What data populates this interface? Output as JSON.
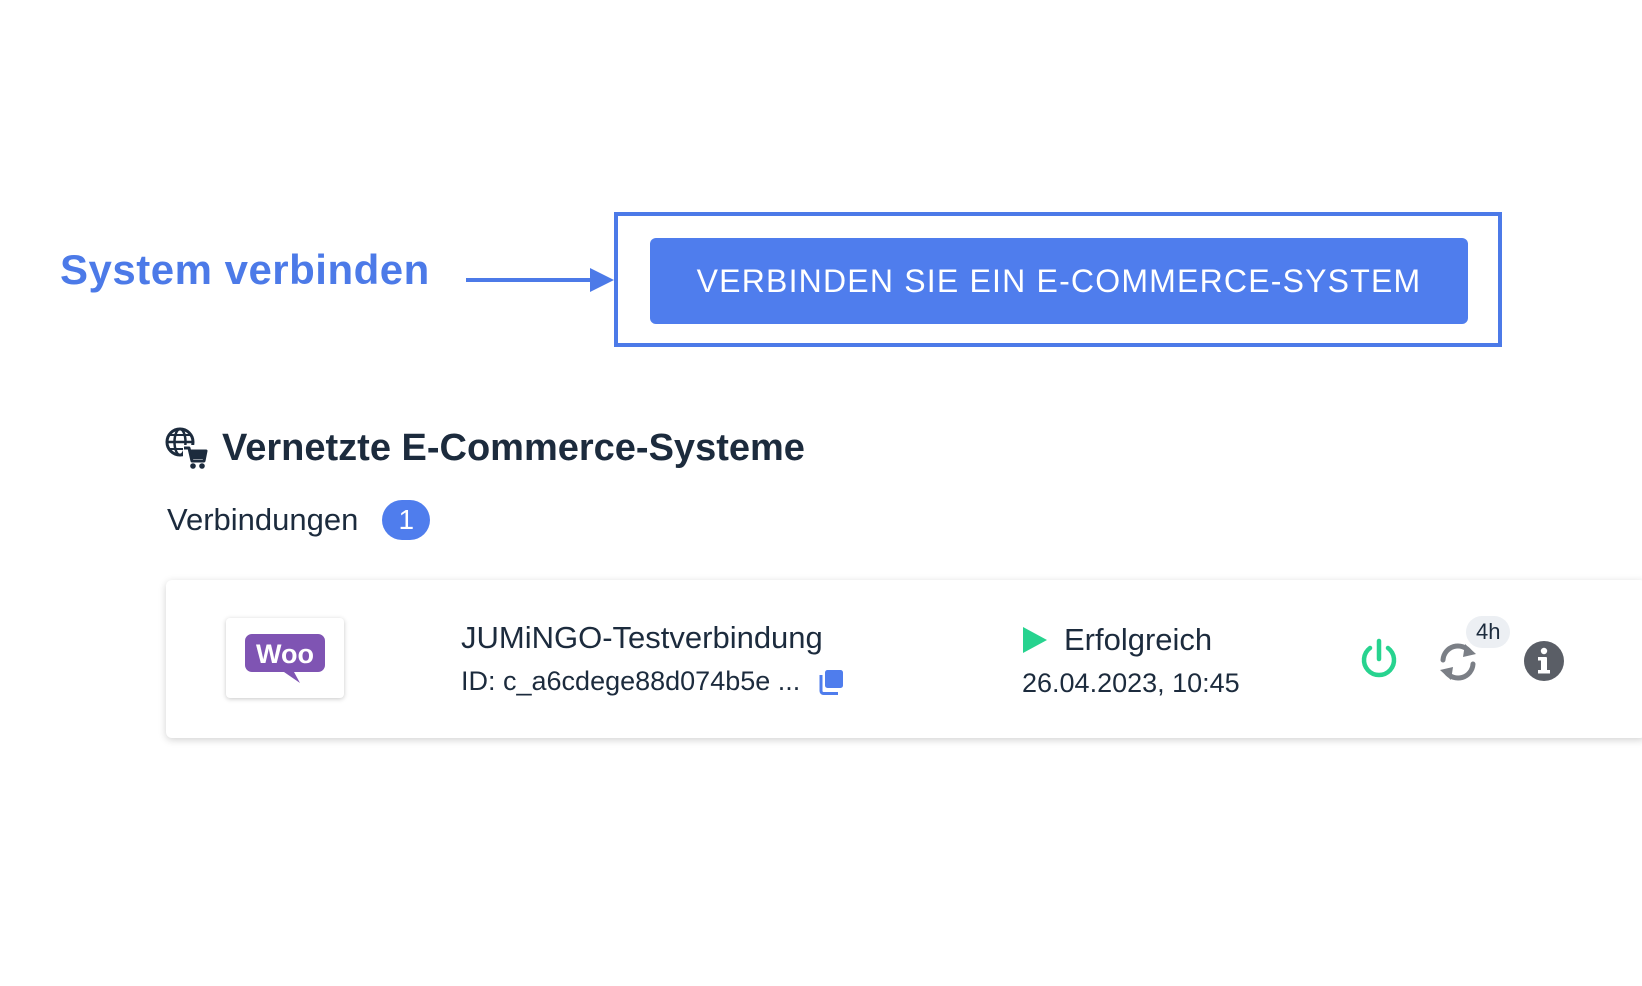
{
  "annotation": {
    "label": "System verbinden",
    "color": "#4c7ae8"
  },
  "toolbar": {
    "connect_label": "VERBINDEN SIE EIN E-COMMERCE-SYSTEM",
    "accent_color": "#4f7ded"
  },
  "section": {
    "icon": "globe-cart-icon",
    "title": "Vernetzte E-Commerce-Systeme",
    "connections_label": "Verbindungen",
    "connections_count": "1"
  },
  "connections": [
    {
      "logo": "woocommerce-logo",
      "logo_text": "Woo",
      "logo_color": "#7f54b3",
      "name": "JUMiNGO-Testverbindung",
      "id": "ID: c_a6cdege88d074b5e ...",
      "status": "Erfolgreich",
      "status_color": "#27d38f",
      "timestamp": "26.04.2023, 10:45",
      "active": true,
      "sync_interval": "4h",
      "icons": [
        "copy-icon",
        "play-icon",
        "power-icon",
        "sync-icon",
        "info-icon"
      ]
    }
  ]
}
